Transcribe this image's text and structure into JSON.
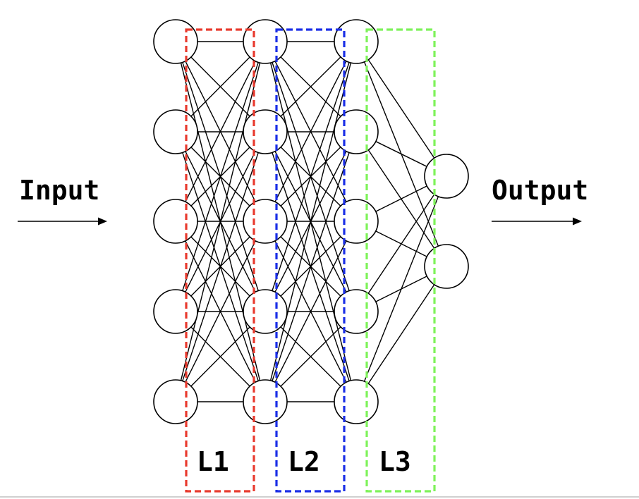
{
  "labels": {
    "input": "Input",
    "output": "Output"
  },
  "columns": [
    {
      "id": "c0",
      "nodes": 5
    },
    {
      "id": "c1",
      "nodes": 5
    },
    {
      "id": "c2",
      "nodes": 5
    },
    {
      "id": "c3",
      "nodes": 2
    }
  ],
  "layers": [
    {
      "name": "L1",
      "color": "#e83a2e"
    },
    {
      "name": "L2",
      "color": "#1a2ee6"
    },
    {
      "name": "L3",
      "color": "#7ef25a"
    }
  ]
}
